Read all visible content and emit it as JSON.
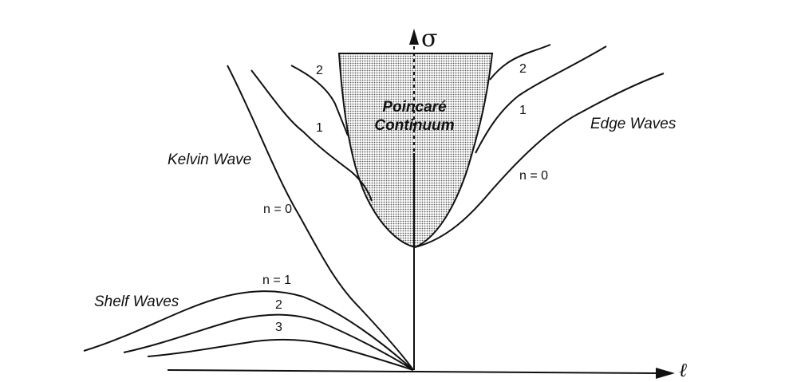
{
  "axes": {
    "vertical_symbol": "σ",
    "horizontal_symbol": "ℓ"
  },
  "regions": {
    "continuum_line1": "Poincaré",
    "continuum_line2": "Continuum"
  },
  "families": {
    "kelvin": {
      "name": "Kelvin Wave",
      "mode": "n = 0"
    },
    "edge": {
      "name": "Edge Waves",
      "modes": [
        "n = 0",
        "1",
        "2"
      ]
    },
    "left_upper_modes": [
      "1",
      "2"
    ],
    "shelf": {
      "name": "Shelf Waves",
      "modes": [
        "n = 1",
        "2",
        "3"
      ]
    }
  },
  "colors": {
    "ink": "#111111",
    "continuum_fill": "#c8c8c8"
  }
}
